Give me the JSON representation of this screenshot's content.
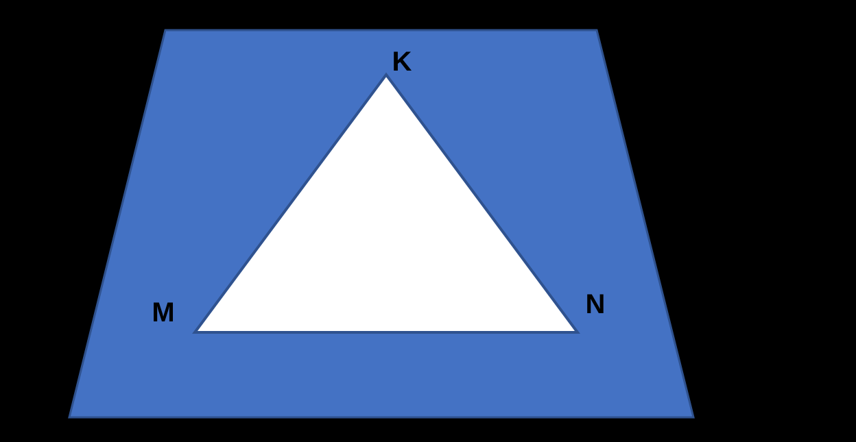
{
  "colors": {
    "background": "#000000",
    "plane_fill": "#4472C4",
    "plane_stroke": "#2F528F",
    "triangle_fill": "#FFFFFF",
    "triangle_stroke": "#2F528F",
    "label": "#000000"
  },
  "shapes": {
    "plane": "trapezoid",
    "figure": "triangle"
  },
  "vertices": {
    "top": "K",
    "left": "M",
    "right": "N"
  }
}
